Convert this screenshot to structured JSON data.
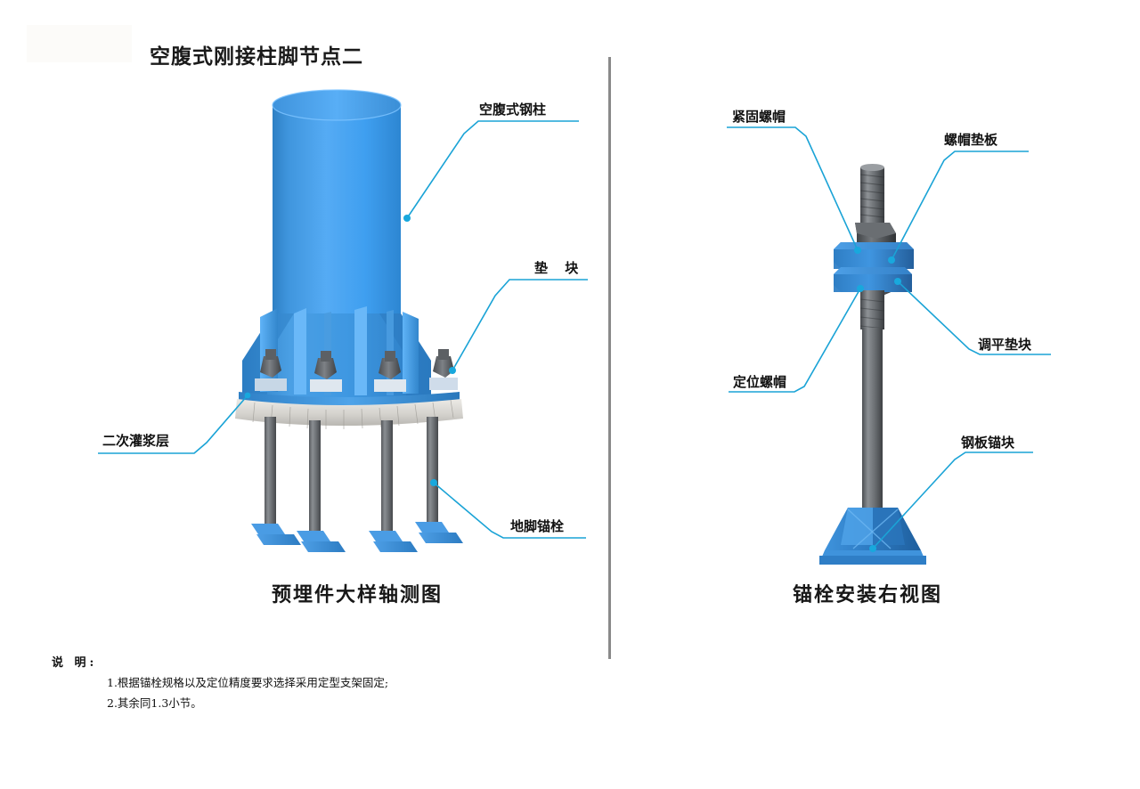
{
  "drawing": {
    "title": "空腹式刚接柱脚节点二",
    "divider_color": "#8a8a8a",
    "leader_color": "#1aa3d6",
    "steel_blue": "#3f9ff0",
    "anchor_grey": "#6e7276",
    "grout_grey": "#d8d7d2"
  },
  "views": [
    {
      "id": "left",
      "caption": "预埋件大样轴测图",
      "labels": [
        {
          "key": "column",
          "text": "空腹式钢柱"
        },
        {
          "key": "spacer",
          "text": "垫 块"
        },
        {
          "key": "grout",
          "text": "二次灌浆层"
        },
        {
          "key": "anchor",
          "text": "地脚锚栓"
        }
      ]
    },
    {
      "id": "right",
      "caption": "锚栓安装右视图",
      "labels": [
        {
          "key": "tight_nut",
          "text": "紧固螺帽"
        },
        {
          "key": "nut_plate",
          "text": "螺帽垫板"
        },
        {
          "key": "level_shim",
          "text": "调平垫块"
        },
        {
          "key": "locate_nut",
          "text": "定位螺帽"
        },
        {
          "key": "anchor_block",
          "text": "钢板锚块"
        }
      ]
    }
  ],
  "notes": {
    "heading": "说 明:",
    "items": [
      "1.根据锚栓规格以及定位精度要求选择采用定型支架固定;",
      "2.其余同1.3小节。"
    ]
  }
}
